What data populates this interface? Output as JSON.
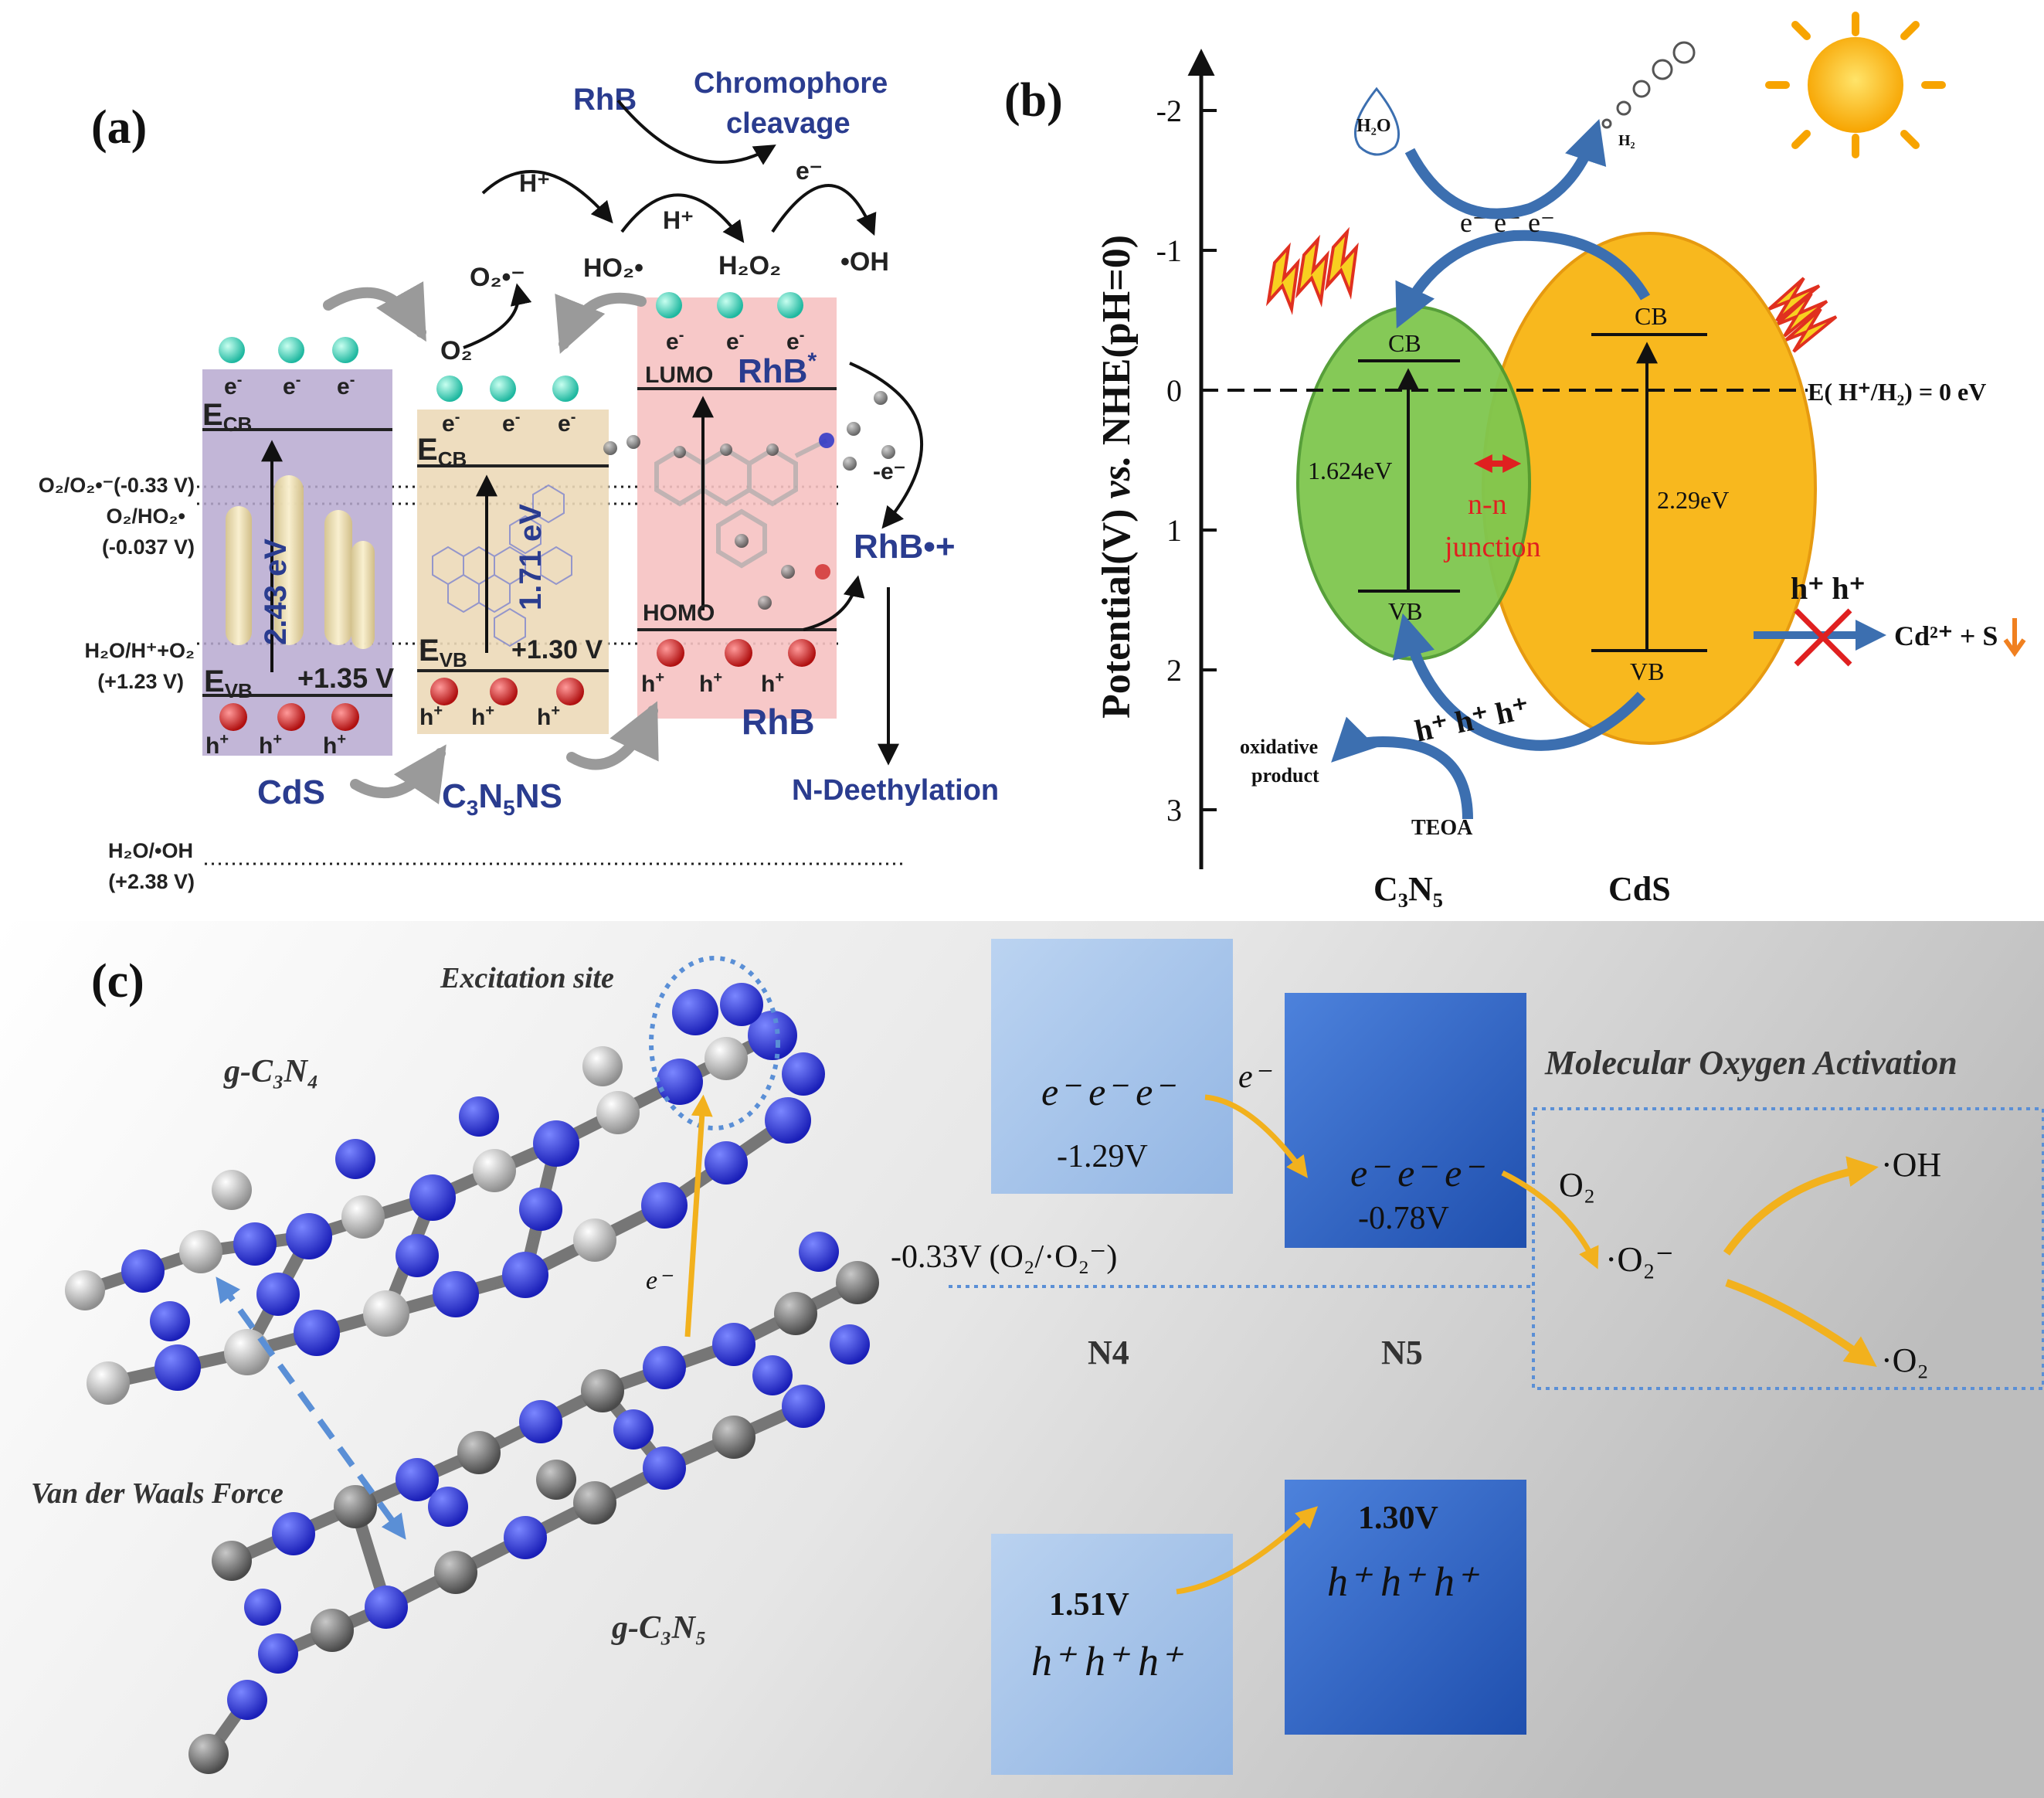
{
  "panel_a": {
    "label": "(a)",
    "cds": {
      "name": "CdS",
      "ecb": "E",
      "ecb_sub": "CB",
      "evb": "E",
      "evb_sub": "VB",
      "gap": "2.43 eV",
      "vb_pot": "+1.35 V",
      "e": "e",
      "h": "h"
    },
    "c3n5": {
      "name_pre": "C",
      "name_3": "3",
      "name_n": "N",
      "name_5": "5",
      "name_post": "NS",
      "ecb": "E",
      "ecb_sub": "CB",
      "evb": "E",
      "evb_sub": "VB",
      "gap": "1.71 eV",
      "vb_pot": "+1.30 V"
    },
    "rhb": {
      "name": "RhB",
      "lumo": "LUMO",
      "lumo_label": "RhB",
      "homo": "HOMO",
      "star": "*"
    },
    "levels": [
      {
        "l1": "O₂/O₂•⁻(-0.33 V)"
      },
      {
        "l1": "O₂/HO₂•",
        "l2": "(-0.037 V)"
      },
      {
        "l1": "H₂O/H⁺+O₂",
        "l2": "(+1.23 V)"
      },
      {
        "l1": "H₂O/•OH",
        "l2": "(+2.38 V)"
      }
    ],
    "species": {
      "rhb_top": "RhB",
      "chromo_1": "Chromophore",
      "chromo_2": "cleavage",
      "h_plus_1": "H⁺",
      "h_plus_2": "H⁺",
      "e_minus": "e⁻",
      "o2_rad": "O₂•⁻",
      "ho2": "HO₂•",
      "h2o2": "H₂O₂",
      "oh": "•OH",
      "o2": "O₂",
      "rhb_cation": "RhB•+",
      "minus_e": "-e⁻",
      "deethyl": "N-Deethylation"
    }
  },
  "panel_b": {
    "label": "(b)",
    "ylabel": "Potential(V) vs. NHE(pH=0)",
    "ylabel_a": "Potential(V) ",
    "ylabel_b": "vs.",
    "ylabel_c": " NHE(pH=0)",
    "ticks": [
      "-2",
      "-1",
      "0",
      "1",
      "2",
      "3"
    ],
    "h2o": "H₂O",
    "h2": "H₂",
    "eee": "e⁻ e⁻ e⁻",
    "c3n5": {
      "cb": "CB",
      "vb": "VB",
      "gap": "1.624eV",
      "name": "C₃N₅"
    },
    "cds": {
      "cb": "CB",
      "vb": "VB",
      "gap": "2.29eV",
      "name": "CdS"
    },
    "ref": "E( H⁺/H₂) = 0 eV",
    "junction_1": "n-n",
    "junction_2": "junction",
    "hh_right": "h⁺ h⁺",
    "cd": "Cd²⁺ + S",
    "hhh": "h⁺ h⁺ h⁺",
    "ox_1": "oxidative",
    "ox_2": "product",
    "teoa": "TEOA"
  },
  "panel_c": {
    "label": "(c)",
    "excitation": "Excitation site",
    "gc3n4": "g-C₃N₄",
    "gc3n5": "g-C₃N₅",
    "vdw": "Van der Waals Force",
    "e_minus": "e⁻",
    "n4_cb_e": "e⁻ e⁻ e⁻",
    "n4_cb_v": "-1.29V",
    "n5_cb_e": "e⁻ e⁻ e⁻",
    "n5_cb_v": "-0.78V",
    "arrow_e": "e⁻",
    "ref": "-0.33V (O₂/·O₂⁻)",
    "n4": "N4",
    "n5": "N5",
    "moa": "Molecular Oxygen Activation",
    "o2": "O₂",
    "o2rad": "·O₂⁻",
    "oh": "·OH",
    "o2dot": "·O₂",
    "n4_vb_v": "1.51V",
    "n4_vb_h": "h⁺ h⁺ h⁺",
    "n5_vb_v": "1.30V",
    "n5_vb_h": "h⁺ h⁺ h⁺"
  },
  "colors": {
    "cds_band": "#b7a9d0",
    "c3n5_band": "#ecd9b8",
    "rhb_band": "#f6c2c2",
    "green": "#7fc74f",
    "orange": "#f8b81e",
    "arrow_blue": "#3c6fb0",
    "atom_blue": "#2a2fd0",
    "n4_box": "#9ec0ea",
    "n5_box": "#2e63c6",
    "orange_arrow": "#f2b11d"
  }
}
